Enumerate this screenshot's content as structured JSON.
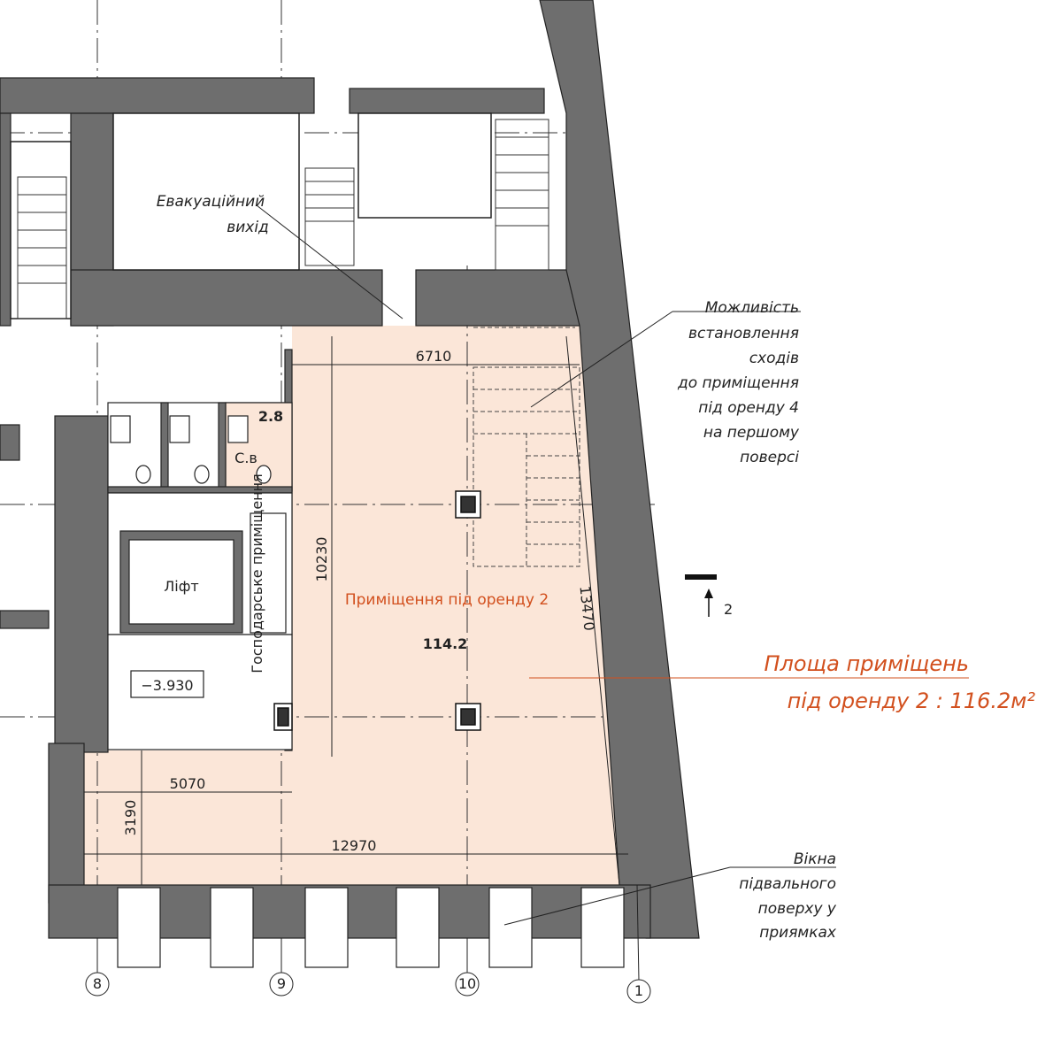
{
  "rooms": {
    "evacuation_exit": [
      "Евакуаційний",
      "вихід"
    ],
    "rental_room": "Приміщення під оренду 2",
    "rental_area": "114.2",
    "wc_area": "2.8",
    "wc_label": "С.в",
    "lift": "Ліфт",
    "utility_room": "Господарське приміщення",
    "level_mark": "−3.930"
  },
  "dimensions": {
    "d6710": "6710",
    "d10230": "10230",
    "d13470": "13470",
    "d5070": "5070",
    "d3190": "3190",
    "d12970": "12970"
  },
  "notes": {
    "stairs_possibility": [
      "Можливість",
      "встановлення",
      "сходів",
      "до приміщення",
      "під оренду 4",
      "на першому",
      "поверсі"
    ],
    "basement_windows": [
      "Вікна",
      "підвального",
      "поверху у",
      "приямках"
    ],
    "total_area": [
      "Площа приміщень",
      "під оренду 2 : 116.2м²"
    ]
  },
  "section_marker": "2",
  "axes": [
    "8",
    "9",
    "10",
    "1"
  ],
  "colors": {
    "wall": "#6e6e6e",
    "room_fill": "#fbe6d8",
    "accent": "#d2501e"
  }
}
